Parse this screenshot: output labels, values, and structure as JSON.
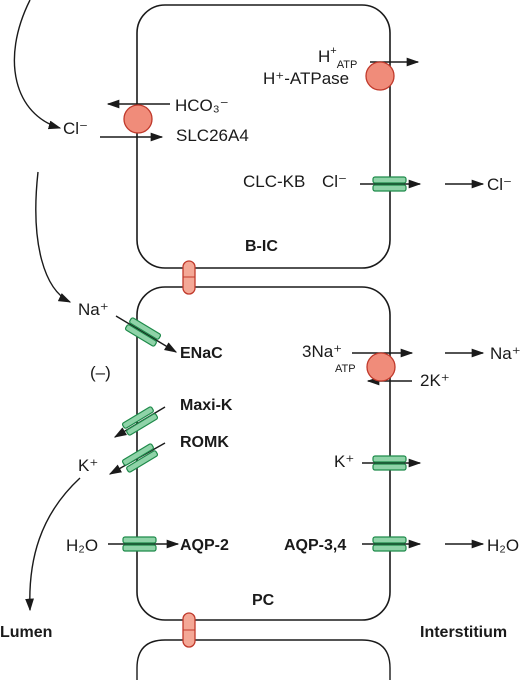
{
  "labels": {
    "h_atp": "H",
    "h_atp_sup": "+",
    "h_atp_sub": "ATP",
    "h_atpase": "H⁺-ATPase",
    "hco3": "HCO₃⁻",
    "cl_left": "Cl⁻",
    "slc26a4": "SLC26A4",
    "clc_kb": "CLC-KB",
    "cl_mid": "Cl⁻",
    "cl_right": "Cl⁻",
    "b_ic": "B-IC",
    "na_left": "Na⁺",
    "enac": "ENaC",
    "minus": "(–)",
    "three_na": "3Na⁺",
    "atp": "ATP",
    "na_right": "Na⁺",
    "two_k": "2K⁺",
    "maxi_k": "Maxi-K",
    "romk": "ROMK",
    "k_left": "K⁺",
    "k_right": "K⁺",
    "h2o_left": "H₂O",
    "aqp2": "AQP-2",
    "aqp34": "AQP-3,4",
    "h2o_right": "H₂O",
    "pc": "PC",
    "lumen": "Lumen",
    "interstitium": "Interstitium"
  },
  "colors": {
    "pump_fill": "#f08c7a",
    "pump_stroke": "#c0392b",
    "channel_fill": "#8fd3a8",
    "channel_stroke": "#1e8a4a",
    "junction_fill": "#f4a896",
    "outline": "#1a1a1a"
  },
  "icons": {
    "pump": "atpase-pump-circle",
    "channel": "membrane-channel",
    "junction": "tight-junction"
  }
}
